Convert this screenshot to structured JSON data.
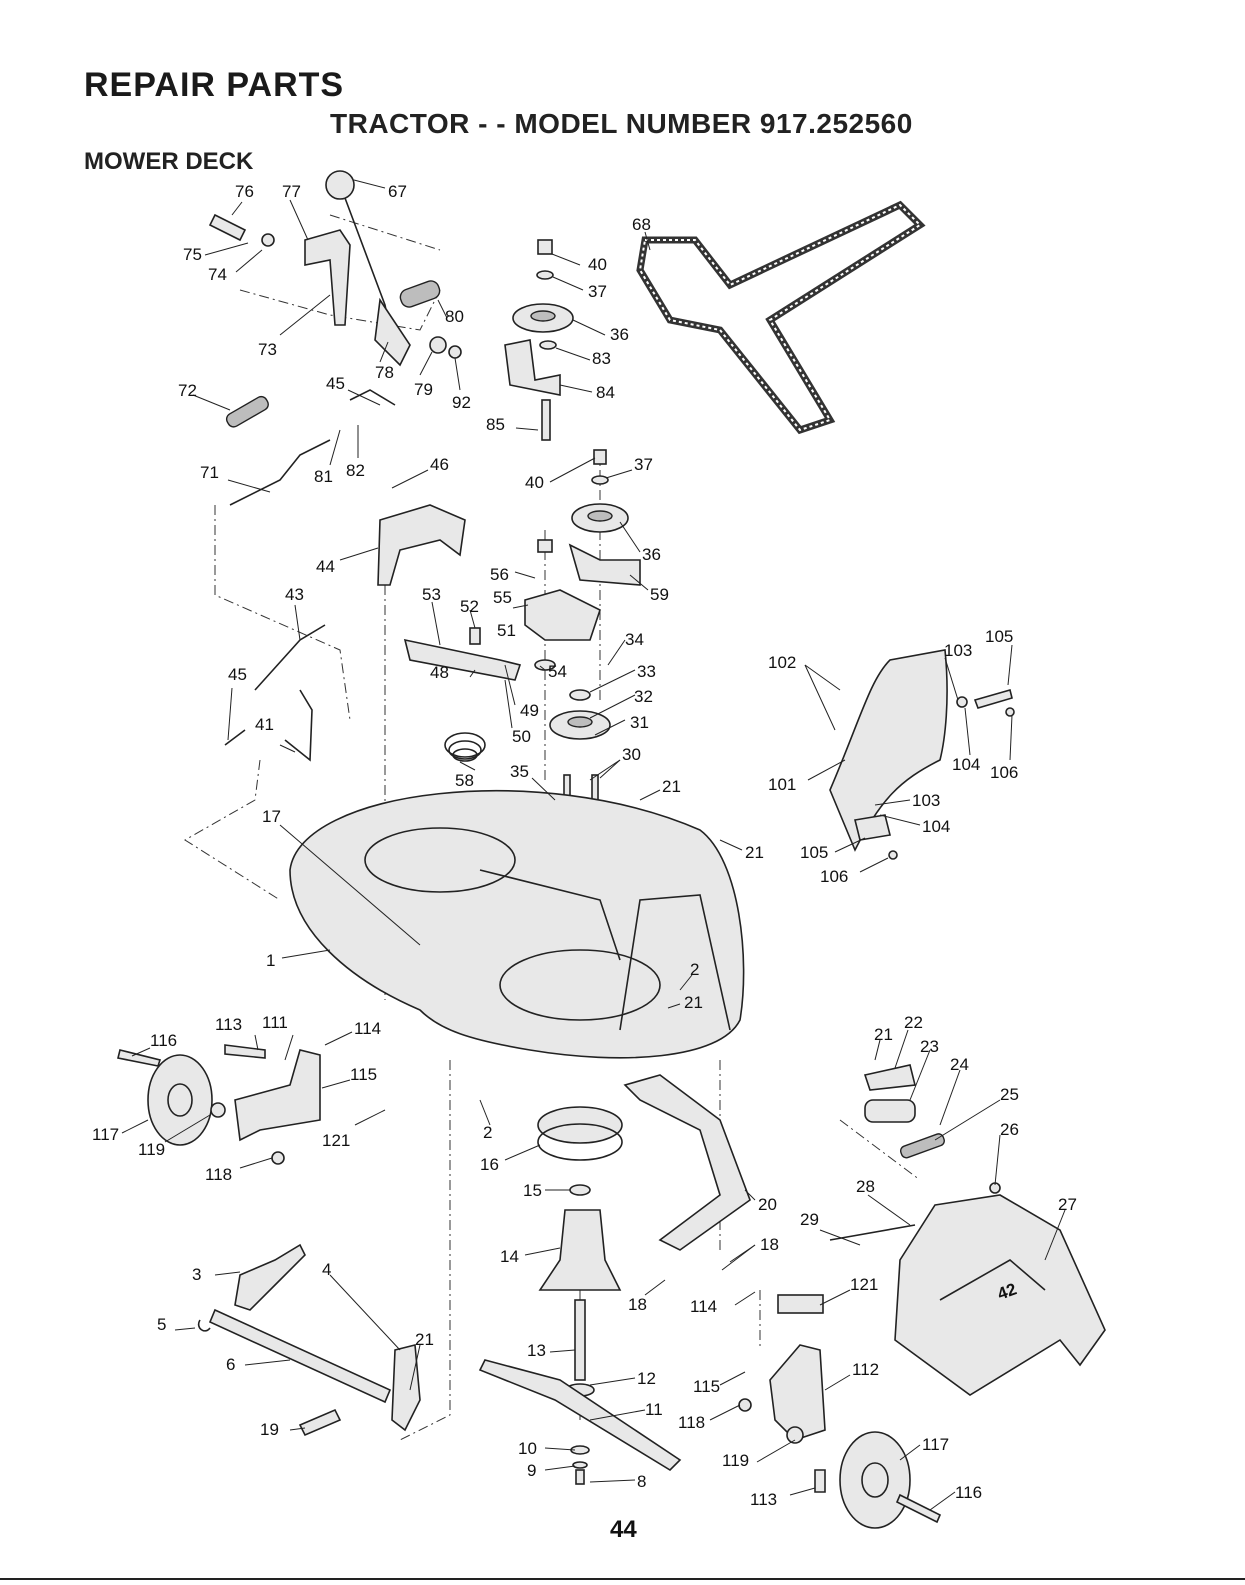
{
  "header": {
    "title": "REPAIR PARTS",
    "subtitle": "TRACTOR - - MODEL NUMBER 917.252560",
    "section": "MOWER DECK"
  },
  "footer": {
    "page_number": "44"
  },
  "deck_badge": "42",
  "part_labels": [
    "76",
    "77",
    "67",
    "75",
    "74",
    "68",
    "40",
    "37",
    "36",
    "83",
    "84",
    "80",
    "73",
    "78",
    "79",
    "92",
    "72",
    "45",
    "85",
    "71",
    "81",
    "82",
    "46",
    "40",
    "37",
    "36",
    "44",
    "56",
    "59",
    "43",
    "53",
    "52",
    "55",
    "51",
    "34",
    "54",
    "33",
    "48",
    "45",
    "49",
    "32",
    "41",
    "50",
    "31",
    "58",
    "35",
    "30",
    "17",
    "21",
    "21",
    "1",
    "2",
    "21",
    "102",
    "103",
    "105",
    "101",
    "104",
    "106",
    "103",
    "104",
    "105",
    "106",
    "113",
    "111",
    "114",
    "116",
    "115",
    "117",
    "119",
    "121",
    "118",
    "2",
    "16",
    "15",
    "20",
    "14",
    "18",
    "18",
    "21",
    "22",
    "23",
    "24",
    "25",
    "26",
    "28",
    "27",
    "29",
    "3",
    "4",
    "21",
    "5",
    "6",
    "19",
    "114",
    "121",
    "13",
    "12",
    "115",
    "112",
    "118",
    "11",
    "10",
    "9",
    "8",
    "119",
    "117",
    "113",
    "116"
  ]
}
